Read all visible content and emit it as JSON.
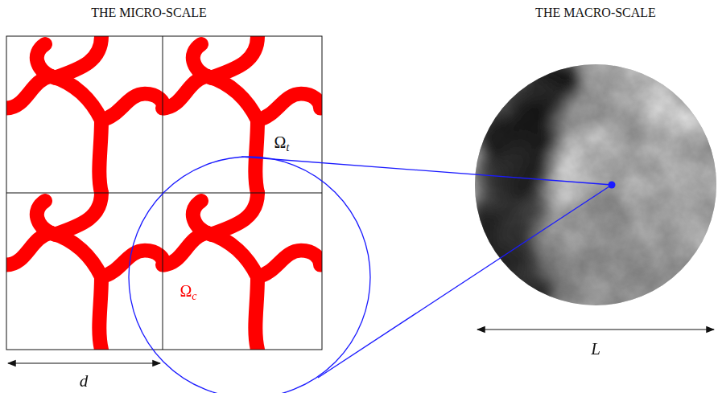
{
  "diagram": {
    "labels": [
      "THE MICRO-SCALE",
      "THE MACRO-SCALE",
      "Ωt",
      "Ωc",
      "d",
      "L"
    ]
  }
}
